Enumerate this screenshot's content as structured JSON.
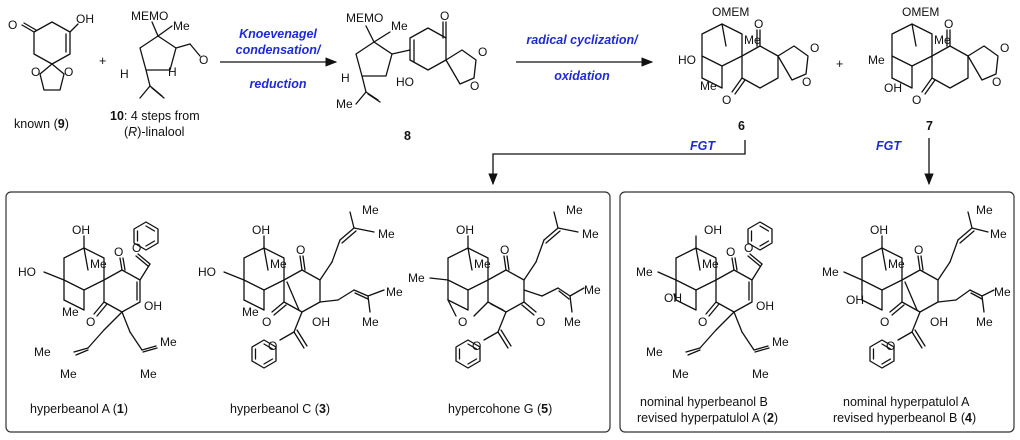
{
  "accent_color": "#1f2ad6",
  "top_row": {
    "compound_9": {
      "label": "known (",
      "num": "9",
      "close": ")",
      "atoms": {
        "o": "O",
        "oh": "OH"
      }
    },
    "plus_1": "+",
    "compound_10": {
      "line1_num": "10",
      "line1_rest": ": 4 steps from",
      "line2_open": "(",
      "line2_r": "R",
      "line2_rest": ")-linalool",
      "atoms": {
        "mem": "MEMO",
        "me": "Me",
        "h1": "H",
        "h2": "H",
        "o": "O"
      }
    },
    "step1": {
      "line1": "Knoevenagel",
      "line2": "condensation/",
      "line3": "reduction"
    },
    "compound_8": {
      "num": "8",
      "atoms": {
        "mem": "MEMO",
        "me": "Me",
        "h": "H",
        "me2": "Me",
        "o": "O",
        "ho": "HO"
      }
    },
    "step2": {
      "line1": "radical cyclization/",
      "line2": "oxidation"
    },
    "compound_6": {
      "num": "6",
      "atoms": {
        "omem": "OMEM",
        "me": "Me",
        "ho": "HO",
        "me2": "Me",
        "o": "O"
      }
    },
    "plus_2": "+",
    "compound_7": {
      "num": "7",
      "atoms": {
        "omem": "OMEM",
        "me": "Me",
        "me2": "Me",
        "oh": "OH",
        "o": "O"
      }
    },
    "fgt_left": "FGT",
    "fgt_right": "FGT"
  },
  "left_box": {
    "compounds": [
      {
        "name": "hyperbeanol A (",
        "num": "1",
        "close": ")"
      },
      {
        "name": "hyperbeanol C (",
        "num": "3",
        "close": ")"
      },
      {
        "name": "hypercohone G (",
        "num": "5",
        "close": ")"
      }
    ]
  },
  "right_box": {
    "compounds": [
      {
        "line1": "nominal hyperbeanol B",
        "line2": "revised hyperpatulol A (",
        "num": "2",
        "close": ")"
      },
      {
        "line1": "nominal hyperpatulol A",
        "line2": "revised hyperbeanol B (",
        "num": "4",
        "close": ")"
      }
    ]
  },
  "atom_labels": {
    "oh": "OH",
    "ho": "HO",
    "me": "Me",
    "o": "O"
  }
}
